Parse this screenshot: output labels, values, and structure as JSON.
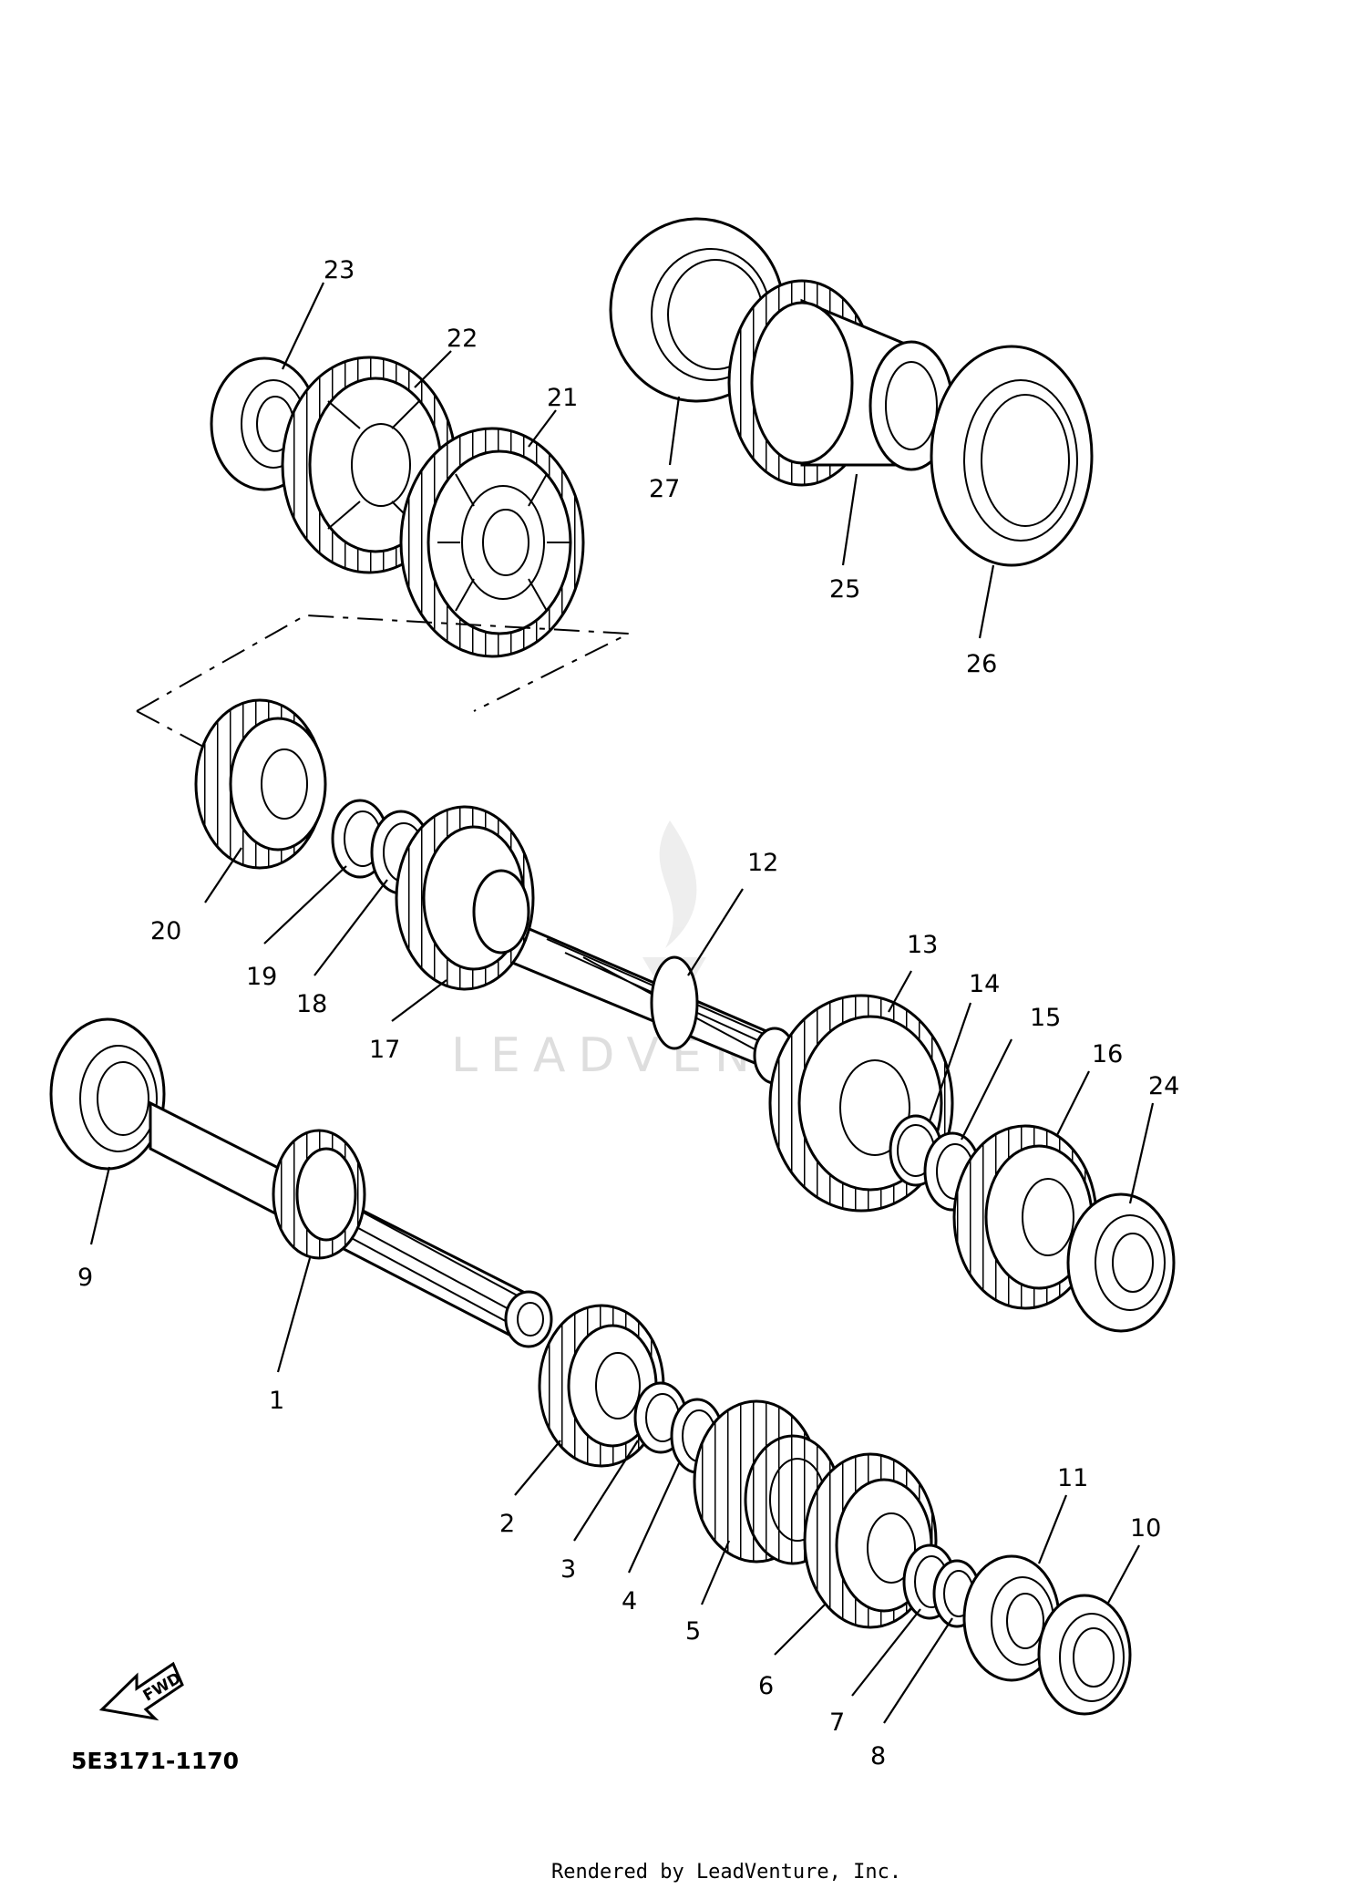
{
  "diagram": {
    "part_code": "5E3171-1170",
    "credit": "Rendered by LeadVenture, Inc.",
    "watermark": "LEADVENTURE",
    "forward_arrow": {
      "text": "FWD",
      "icon": "forward-arrow-icon"
    },
    "callouts": [
      "1",
      "2",
      "3",
      "4",
      "5",
      "6",
      "7",
      "8",
      "9",
      "10",
      "11",
      "12",
      "13",
      "14",
      "15",
      "16",
      "17",
      "18",
      "19",
      "20",
      "21",
      "22",
      "23",
      "24",
      "25",
      "26",
      "27"
    ]
  }
}
